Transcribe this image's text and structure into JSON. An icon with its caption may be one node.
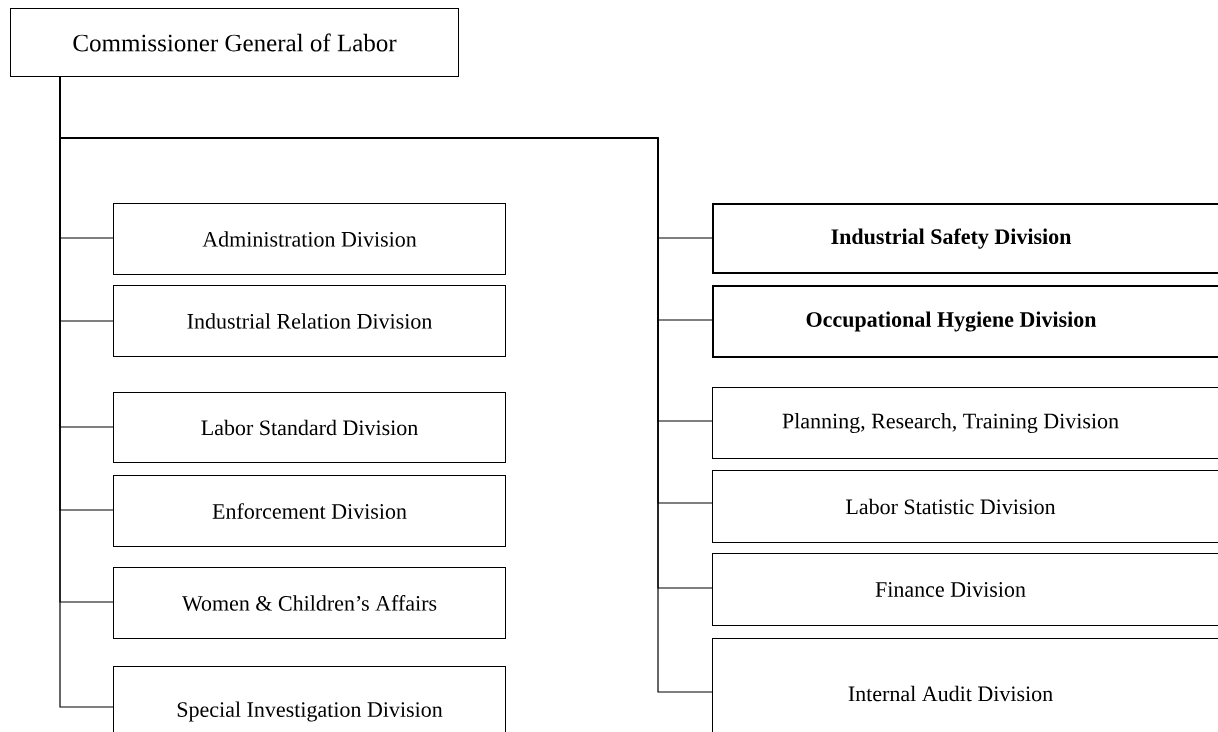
{
  "diagram": {
    "nodes": [
      {
        "text": [
          "Commissioner General of Labor"
        ]
      },
      {
        "text": [
          "Administration Division"
        ]
      },
      {
        "text": [
          "Industrial Relation Division"
        ]
      },
      {
        "text": [
          "Labor Standard Division"
        ]
      },
      {
        "text": [
          "Enforcement Division"
        ]
      },
      {
        "text": [
          "Women & Children’s Affairs"
        ]
      },
      {
        "text": [
          "Special Investigation Division"
        ]
      },
      {
        "text": [
          "Industrial Safety Division"
        ]
      },
      {
        "text": [
          "Occupational Hygiene Division"
        ]
      },
      {
        "text": [
          "Planning, Research, Training Division"
        ]
      },
      {
        "text": [
          "Labor Statistic Division"
        ]
      },
      {
        "text": [
          "Finance Division"
        ]
      },
      {
        "text": [
          "Internal Audit Division"
        ]
      }
    ],
    "edges": [
      {
        "from": 0,
        "to": 1,
        "arrow": "none"
      },
      {
        "from": 0,
        "to": 2,
        "arrow": "none"
      },
      {
        "from": 0,
        "to": 3,
        "arrow": "none"
      },
      {
        "from": 0,
        "to": 4,
        "arrow": "none"
      },
      {
        "from": 0,
        "to": 5,
        "arrow": "none"
      },
      {
        "from": 0,
        "to": 6,
        "arrow": "none"
      },
      {
        "from": 0,
        "to": 7,
        "arrow": "none"
      },
      {
        "from": 0,
        "to": 8,
        "arrow": "none"
      },
      {
        "from": 0,
        "to": 9,
        "arrow": "none"
      },
      {
        "from": 0,
        "to": 10,
        "arrow": "none"
      },
      {
        "from": 0,
        "to": 11,
        "arrow": "none"
      },
      {
        "from": 0,
        "to": 12,
        "arrow": "none"
      }
    ]
  }
}
